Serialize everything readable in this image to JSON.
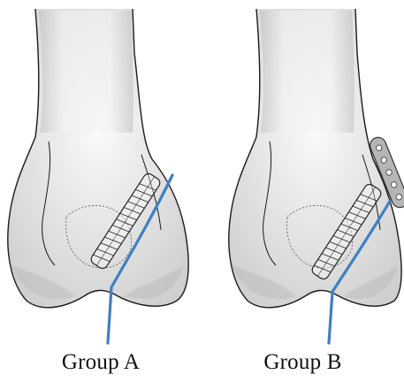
{
  "panels": [
    {
      "label": "Group A",
      "has_side_plate": false
    },
    {
      "label": "Group B",
      "has_side_plate": true
    }
  ],
  "colors": {
    "bone_outline": "#1a1a1a",
    "bone_shade": "#d9d9d9",
    "guide_wire": "#3f7fc4",
    "screw": "#222222",
    "plate": "#9a9a9a"
  },
  "icons": [
    "femur-bone-illustration",
    "cannulated-screw",
    "guide-wire",
    "side-plate"
  ]
}
